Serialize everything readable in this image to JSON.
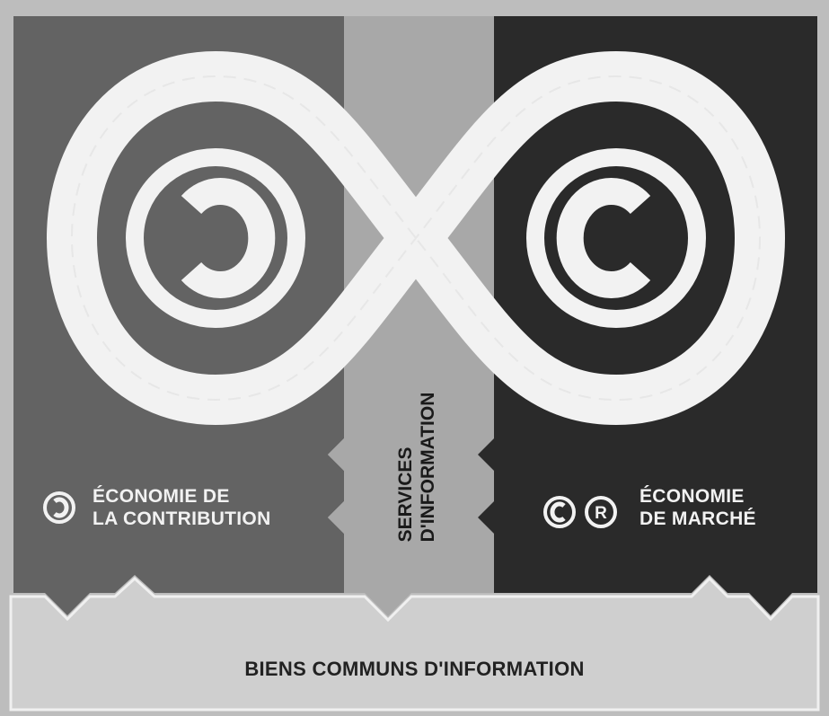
{
  "diagram": {
    "columns": {
      "contribution": {
        "label_lines": [
          "ÉCONOMIE DE",
          "LA CONTRIBUTION"
        ],
        "color": "#636363",
        "symbol": "copyleft-icon"
      },
      "services": {
        "label_lines": [
          "SERVICES",
          "D'INFORMATION"
        ],
        "color": "#a8a8a8"
      },
      "market": {
        "label_lines": [
          "ÉCONOMIE",
          "DE MARCHÉ"
        ],
        "color": "#2a2a2a",
        "symbols": [
          "copyright-icon",
          "registered-icon"
        ]
      }
    },
    "foundation": {
      "label": "BIENS COMMUNS D'INFORMATION",
      "color": "#cfcfcf"
    },
    "center_symbol": "infinity-loop-icon"
  }
}
